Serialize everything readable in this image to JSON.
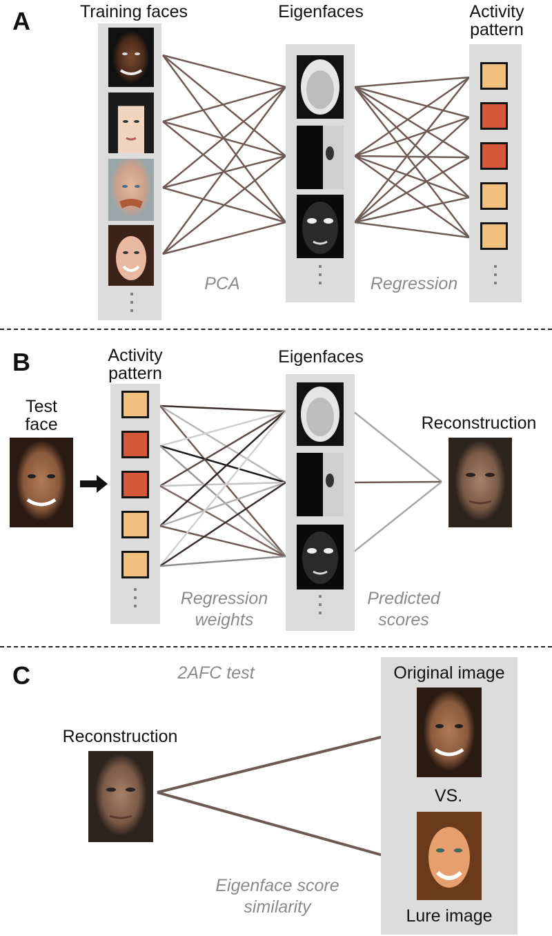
{
  "panel_a": {
    "letter": "A",
    "training_faces_title": "Training faces",
    "eigenfaces_title": "Eigenfaces",
    "activity_title_line1": "Activity",
    "activity_title_line2": "pattern",
    "pca_label": "PCA",
    "regression_label": "Regression",
    "activity_boxes": [
      "light",
      "dark",
      "dark",
      "light",
      "light"
    ]
  },
  "panel_b": {
    "letter": "B",
    "test_face_line1": "Test",
    "test_face_line2": "face",
    "activity_title_line1": "Activity",
    "activity_title_line2": "pattern",
    "eigenfaces_title": "Eigenfaces",
    "reconstruction_title": "Reconstruction",
    "regression_weights_line1": "Regression",
    "regression_weights_line2": "weights",
    "predicted_scores_line1": "Predicted",
    "predicted_scores_line2": "scores",
    "activity_boxes": [
      "light",
      "dark",
      "dark",
      "light",
      "light"
    ]
  },
  "panel_c": {
    "letter": "C",
    "test_title": "2AFC test",
    "reconstruction_title": "Reconstruction",
    "original_title": "Original image",
    "vs_label": "VS.",
    "lure_title": "Lure image",
    "similarity_line1": "Eigenface score",
    "similarity_line2": "similarity"
  },
  "colors": {
    "box_light": "#f1c07f",
    "box_dark": "#d6583a",
    "column_bg": "#dcdcdc",
    "connection_line": "#6e5a55",
    "italic_label": "#8a8a8a"
  }
}
